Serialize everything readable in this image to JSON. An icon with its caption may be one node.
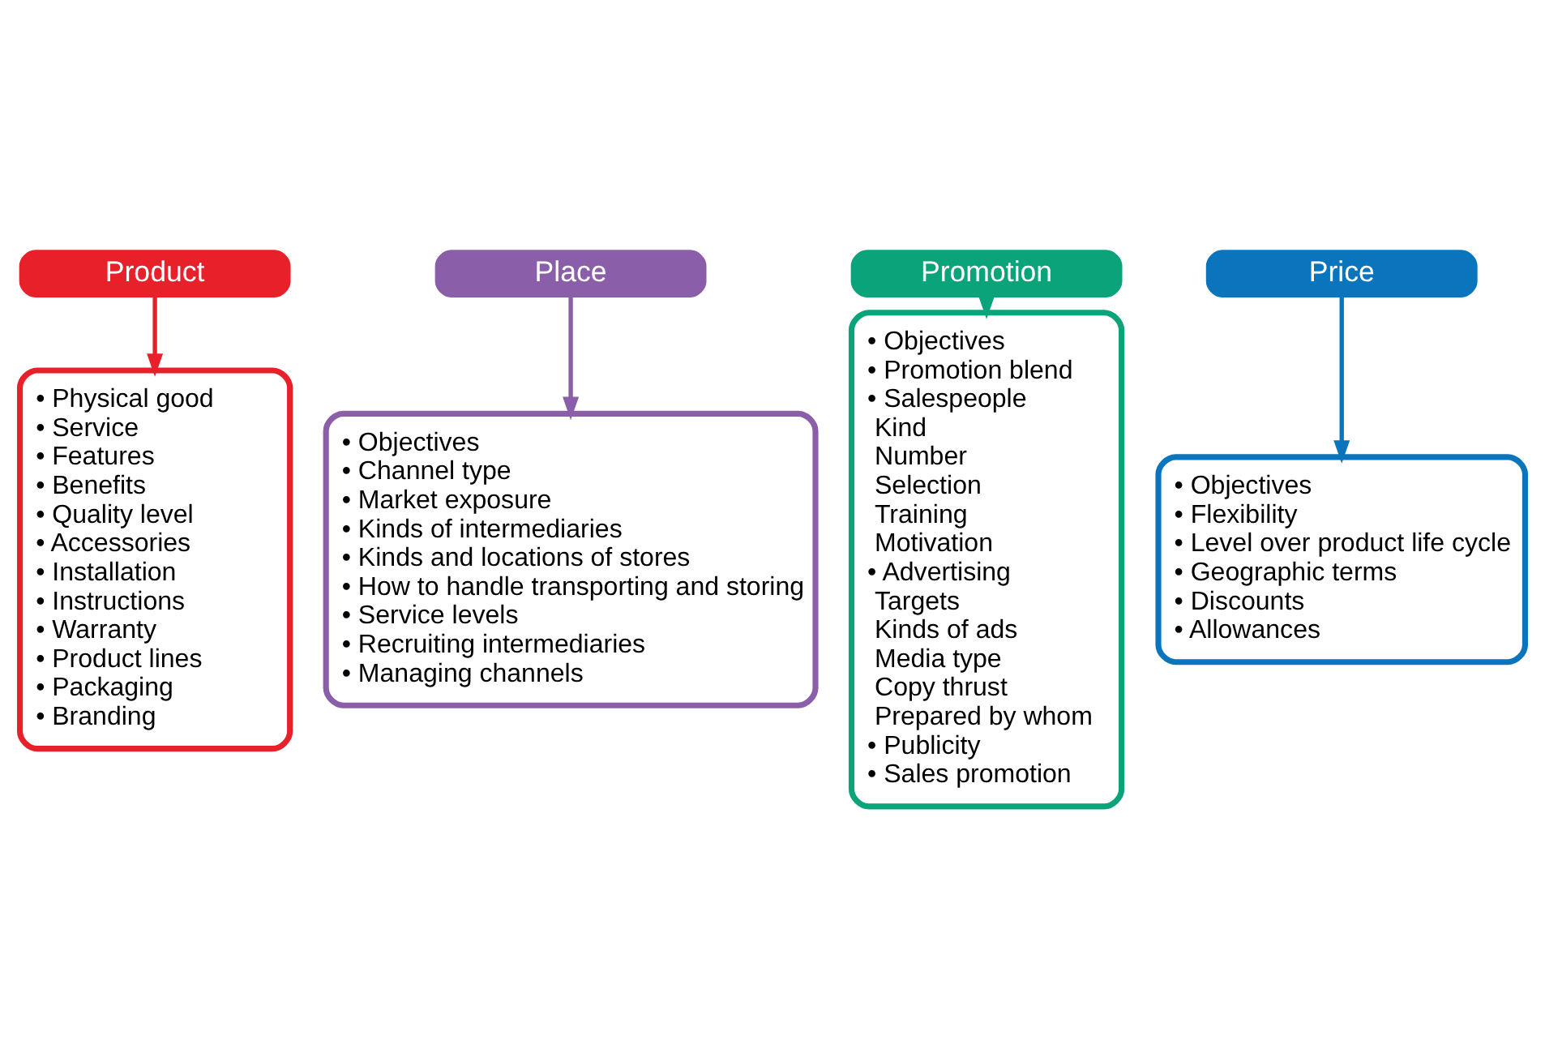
{
  "diagram": {
    "nodes": [
      {
        "text": [
          "Product"
        ]
      },
      {
        "text": [
          "Place"
        ]
      },
      {
        "text": [
          "Promotion"
        ]
      },
      {
        "text": [
          "Price"
        ]
      },
      {
        "text": [
          "• Physical good",
          "• Service",
          "• Features",
          "• Benefits",
          "• Quality level",
          "• Accessories",
          "• Installation",
          "• Instructions",
          "• Warranty",
          "• Product lines",
          "• Packaging",
          "• Branding"
        ]
      },
      {
        "text": [
          "• Objectives",
          "• Channel type",
          "• Market exposure",
          "• Kinds of intermediaries",
          "• Kinds and locations of stores",
          "• How to handle transporting and storing",
          "• Service levels",
          "• Recruiting intermediaries",
          "• Managing channels"
        ]
      },
      {
        "text": [
          "• Objectives",
          "• Promotion blend",
          "• Salespeople",
          "Kind",
          "Number",
          "Selection",
          "Training",
          "Motivation",
          "• Advertising",
          "Targets",
          "Kinds of ads",
          "Media type",
          "Copy thrust",
          "Prepared by whom",
          "• Publicity",
          "• Sales promotion"
        ]
      },
      {
        "text": [
          "• Objectives",
          "• Flexibility",
          "• Level over product life cycle",
          "• Geographic terms",
          "• Discounts",
          "• Allowances"
        ]
      }
    ],
    "edges": [
      {
        "from": 0,
        "to": 4,
        "arrow": "to",
        "color": "#e8202a"
      },
      {
        "from": 1,
        "to": 5,
        "arrow": "to",
        "color": "#8a5ea8"
      },
      {
        "from": 2,
        "to": 6,
        "arrow": "to",
        "color": "#0aa37a"
      },
      {
        "from": 3,
        "to": 7,
        "arrow": "to",
        "color": "#0a74bd"
      }
    ]
  }
}
